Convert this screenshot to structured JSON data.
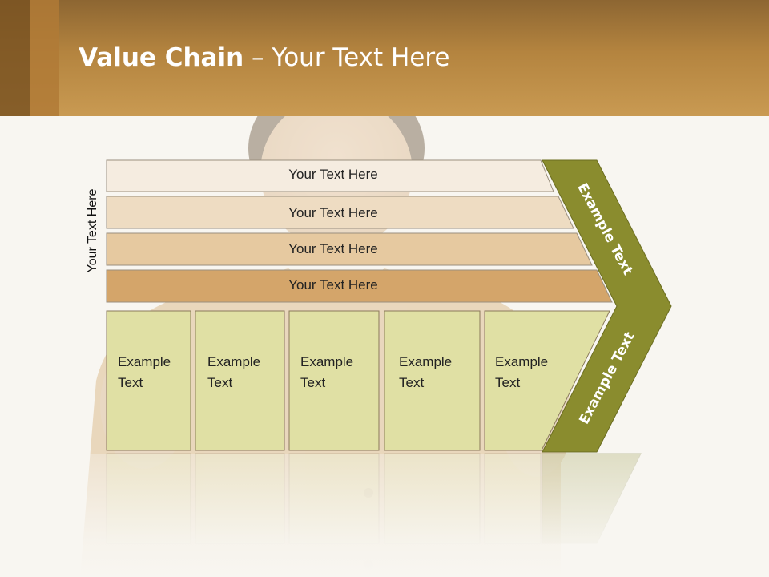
{
  "slide": {
    "title_bold": "Value Chain",
    "title_rest": " – Your Text Here",
    "vertical_label": "Your Text Here"
  },
  "bars": [
    {
      "label": "Your Text Here",
      "color": "#f5ece0"
    },
    {
      "label": "Your Text Here",
      "color": "#eedcc2"
    },
    {
      "label": "Your Text Here",
      "color": "#e6c9a0"
    },
    {
      "label": "Your Text Here",
      "color": "#d4a56a"
    }
  ],
  "boxes": [
    {
      "line1": "Example",
      "line2": "Text"
    },
    {
      "line1": "Example",
      "line2": "Text"
    },
    {
      "line1": "Example",
      "line2": "Text"
    },
    {
      "line1": "Example",
      "line2": "Text"
    },
    {
      "line1": "Example",
      "line2": "Text"
    }
  ],
  "chevron": {
    "upper_label": "Example Text",
    "lower_label": "Example Text",
    "color": "#8a8c2e"
  },
  "colors": {
    "header": "#b4843f",
    "box_fill": "#e0e0a4",
    "outline": "#8a7a5a"
  }
}
